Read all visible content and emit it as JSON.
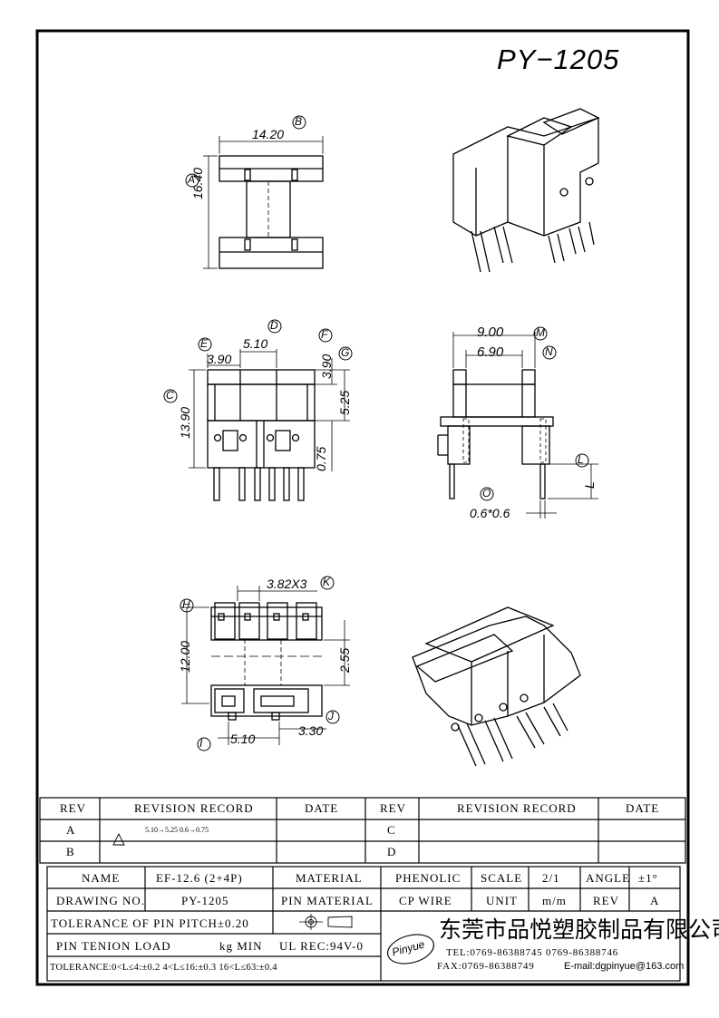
{
  "title": "PY−1205",
  "views": {
    "top": {
      "dim_width": "14.20",
      "label_width": "B",
      "dim_height": "16.40",
      "label_height": "A"
    },
    "front": {
      "dim_d": "5.10",
      "label_d": "D",
      "dim_e": "3.90",
      "label_e": "E",
      "dim_f": "3.90",
      "label_f": "F",
      "label_g": "G",
      "dim_c": "13.90",
      "label_c": "C",
      "dim_525": "5.25",
      "dim_075": "0.75"
    },
    "side": {
      "dim_m": "9.00",
      "label_m": "M",
      "dim_n": "6.90",
      "label_n": "N",
      "label_l": "L",
      "dim_l": "L",
      "label_o": "O",
      "dim_o": "0.6*0.6"
    },
    "bottom": {
      "dim_k": "3.82X3",
      "label_k": "K",
      "dim_h": "12.00",
      "label_h": "H",
      "dim_255": "2.55",
      "dim_i": "5.10",
      "label_i": "I",
      "dim_j": "3.30",
      "label_j": "J"
    }
  },
  "revision_table": {
    "headers": [
      "REV",
      "REVISION RECORD",
      "DATE",
      "REV",
      "REVISION RECORD",
      "DATE"
    ],
    "rows": [
      {
        "rev_left": "A",
        "record_left": "5.10→5.25    0.6→0.75",
        "date_left": "",
        "rev_right": "C",
        "record_right": "",
        "date_right": ""
      },
      {
        "rev_left": "B",
        "record_left": "",
        "date_left": "",
        "rev_right": "D",
        "record_right": "",
        "date_right": ""
      }
    ]
  },
  "title_block": {
    "name_label": "NAME",
    "name_value": "EF-12.6 (2+4P)",
    "material_label": "MATERIAL",
    "material_value": "PHENOLIC",
    "scale_label": "SCALE",
    "scale_value": "2/1",
    "angle_label": "ANGLE",
    "angle_value": "±1°",
    "drawing_label": "DRAWING NO.",
    "drawing_value": "PY-1205",
    "pin_material_label": "PIN MATERIAL",
    "pin_material_value": "CP WIRE",
    "unit_label": "UNIT",
    "unit_value": "m/m",
    "rev_label": "REV",
    "rev_value": "A",
    "pitch_tolerance": "TOLERANCE OF PIN PITCH±0.20",
    "pin_tension": "PIN TENION LOAD",
    "pin_tension_unit": "kg MIN",
    "ul_rec": "UL REC:94V-0",
    "tolerance": "TOLERANCE:0<L≤4:±0.2   4<L≤16:±0.3   16<L≤63:±0.4",
    "logo_text": "Pinyue",
    "company": "东莞市品悦塑胶制品有限公司",
    "tel": "TEL:0769-86388745   0769-86388746",
    "fax": "FAX:0769-86388749",
    "email": "E-mail:dgpinyue@163.com"
  }
}
